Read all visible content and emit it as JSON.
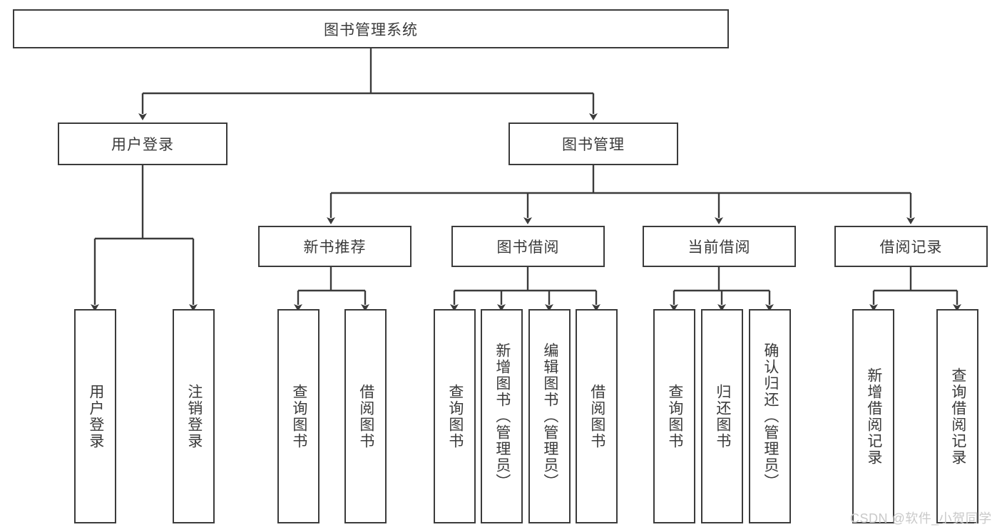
{
  "diagram": {
    "title_node": {
      "label": "图书管理系统"
    },
    "level2": [
      {
        "id": "user-login",
        "label": "用户登录"
      },
      {
        "id": "book-manage",
        "label": "图书管理"
      }
    ],
    "level3": [
      {
        "id": "new-book-rec",
        "label": "新书推荐"
      },
      {
        "id": "book-borrow",
        "label": "图书借阅"
      },
      {
        "id": "current-borrow",
        "label": "当前借阅"
      },
      {
        "id": "borrow-record",
        "label": "借阅记录"
      }
    ],
    "leaves": {
      "user_login": [
        {
          "id": "leaf-user-login",
          "label": "用户登录"
        },
        {
          "id": "leaf-logout-login",
          "label": "注销登录"
        }
      ],
      "new_book_rec": [
        {
          "id": "leaf-query-book-1",
          "label": "查询图书"
        },
        {
          "id": "leaf-borrow-book-1",
          "label": "借阅图书"
        }
      ],
      "book_borrow": [
        {
          "id": "leaf-query-book-2",
          "label": "查询图书"
        },
        {
          "id": "leaf-add-book",
          "label": "新增图书（管理员）"
        },
        {
          "id": "leaf-edit-book",
          "label": "编辑图书（管理员）"
        },
        {
          "id": "leaf-borrow-book-2",
          "label": "借阅图书"
        }
      ],
      "current_borrow": [
        {
          "id": "leaf-query-book-3",
          "label": "查询图书"
        },
        {
          "id": "leaf-return-book",
          "label": "归还图书"
        },
        {
          "id": "leaf-confirm-return",
          "label": "确认归还（管理员）"
        }
      ],
      "borrow_record": [
        {
          "id": "leaf-add-record",
          "label": "新增借阅记录"
        },
        {
          "id": "leaf-query-record",
          "label": "查询借阅记录"
        }
      ]
    }
  },
  "watermark": {
    "text": "CSDN @软件_小贺同学"
  },
  "colors": {
    "stroke": "#3b3b3b",
    "fill": "#ffffff",
    "text": "#3a3a3a",
    "watermark": "#c9c9c9"
  }
}
